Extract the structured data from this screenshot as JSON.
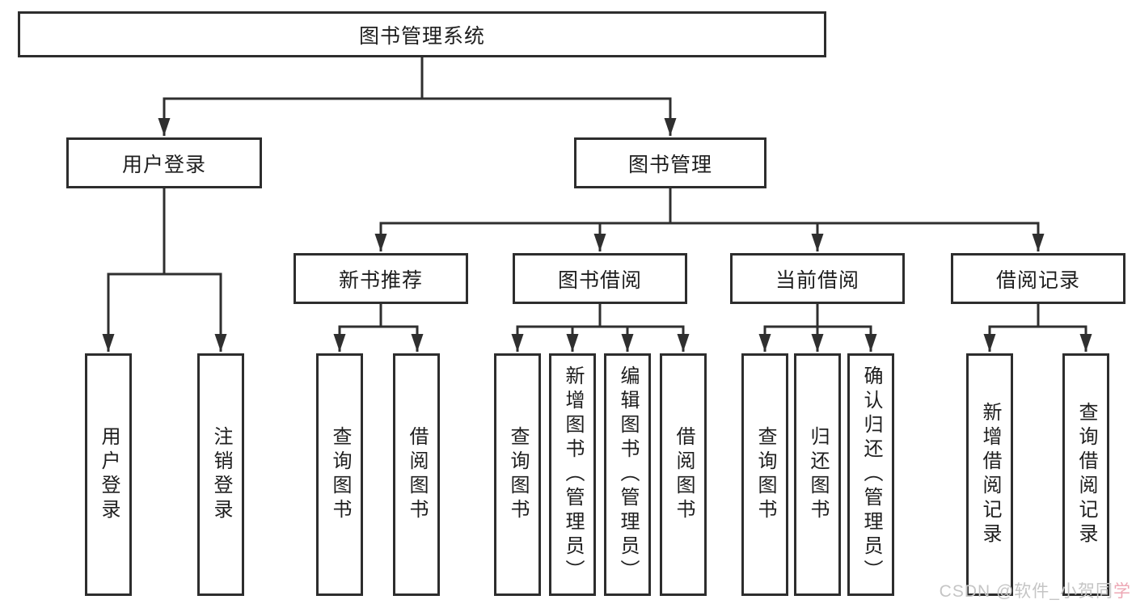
{
  "tree": {
    "root": {
      "label": "图书管理系统"
    },
    "branches": [
      {
        "label": "用户登录",
        "leaves": [
          "用户登录",
          "注销登录"
        ]
      },
      {
        "label": "图书管理",
        "groups": [
          {
            "label": "新书推荐",
            "leaves": [
              "查询图书",
              "借阅图书"
            ]
          },
          {
            "label": "图书借阅",
            "leaves": [
              "查询图书",
              "新增图书（管理员）",
              "编辑图书（管理员）",
              "借阅图书"
            ]
          },
          {
            "label": "当前借阅",
            "leaves": [
              "查询图书",
              "归还图书",
              "确认归还（管理员）"
            ]
          },
          {
            "label": "借阅记录",
            "leaves": [
              "新增借阅记录",
              "查询借阅记录"
            ]
          }
        ]
      }
    ]
  },
  "watermark": {
    "text_main": "CSDN @软件_小贺同",
    "text_accent": "学"
  },
  "colors": {
    "line": "#2f2f2f",
    "border": "#2d2d2d",
    "text": "#1e1e1e",
    "watermark_gray": "#c5c5c5",
    "watermark_pink": "#eda7b4"
  }
}
